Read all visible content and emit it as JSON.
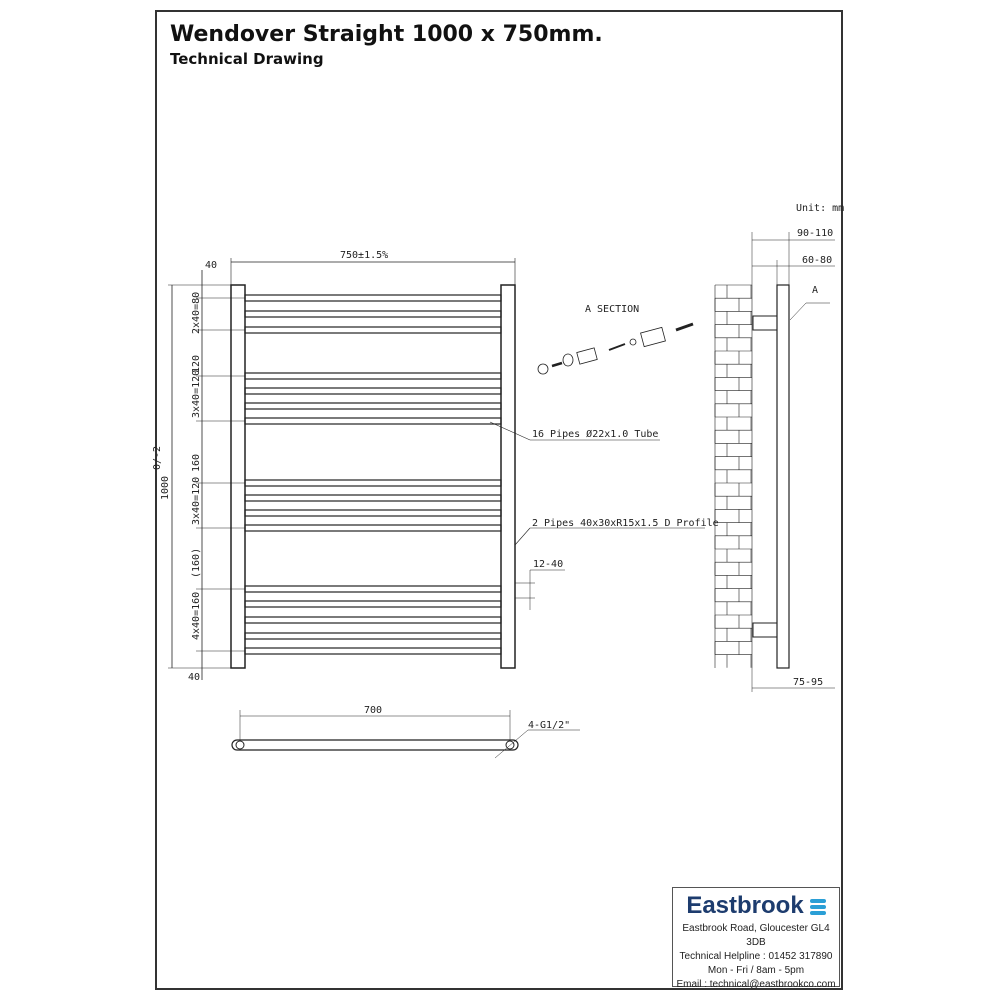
{
  "header": {
    "title": "Wendover Straight 1000 x 750mm.",
    "subtitle": "Technical Drawing"
  },
  "unit": "Unit: mm",
  "front": {
    "width": "750±1.5%",
    "top_offset": "40",
    "bottom_offset": "40",
    "height": "1000",
    "height_tol": "0/-2",
    "spacings": [
      "2x40=80",
      "120",
      "3x40=120",
      "160",
      "3x40=120",
      "(160)",
      "4x40=160"
    ]
  },
  "section_title": "A SECTION",
  "callouts": {
    "pipes": "16 Pipes Ø22x1.0 Tube",
    "profile": "2 Pipes 40x30xR15x1.5 D Profile",
    "gap": "12-40"
  },
  "side": {
    "d1": "90-110",
    "d2": "60-80",
    "label_a": "A",
    "d3": "75-95"
  },
  "bottom": {
    "centres": "700",
    "connection": "4-G1/2\""
  },
  "logo": {
    "brand": "Eastbrook",
    "address": "Eastbrook Road, Gloucester GL4 3DB",
    "helpline": "Technical Helpline : 01452 317890",
    "hours": "Mon - Fri / 8am - 5pm",
    "email": "Email : technical@eastbrookco.com",
    "accent": "#2a9fd6",
    "brand_color": "#1d3c6e"
  }
}
